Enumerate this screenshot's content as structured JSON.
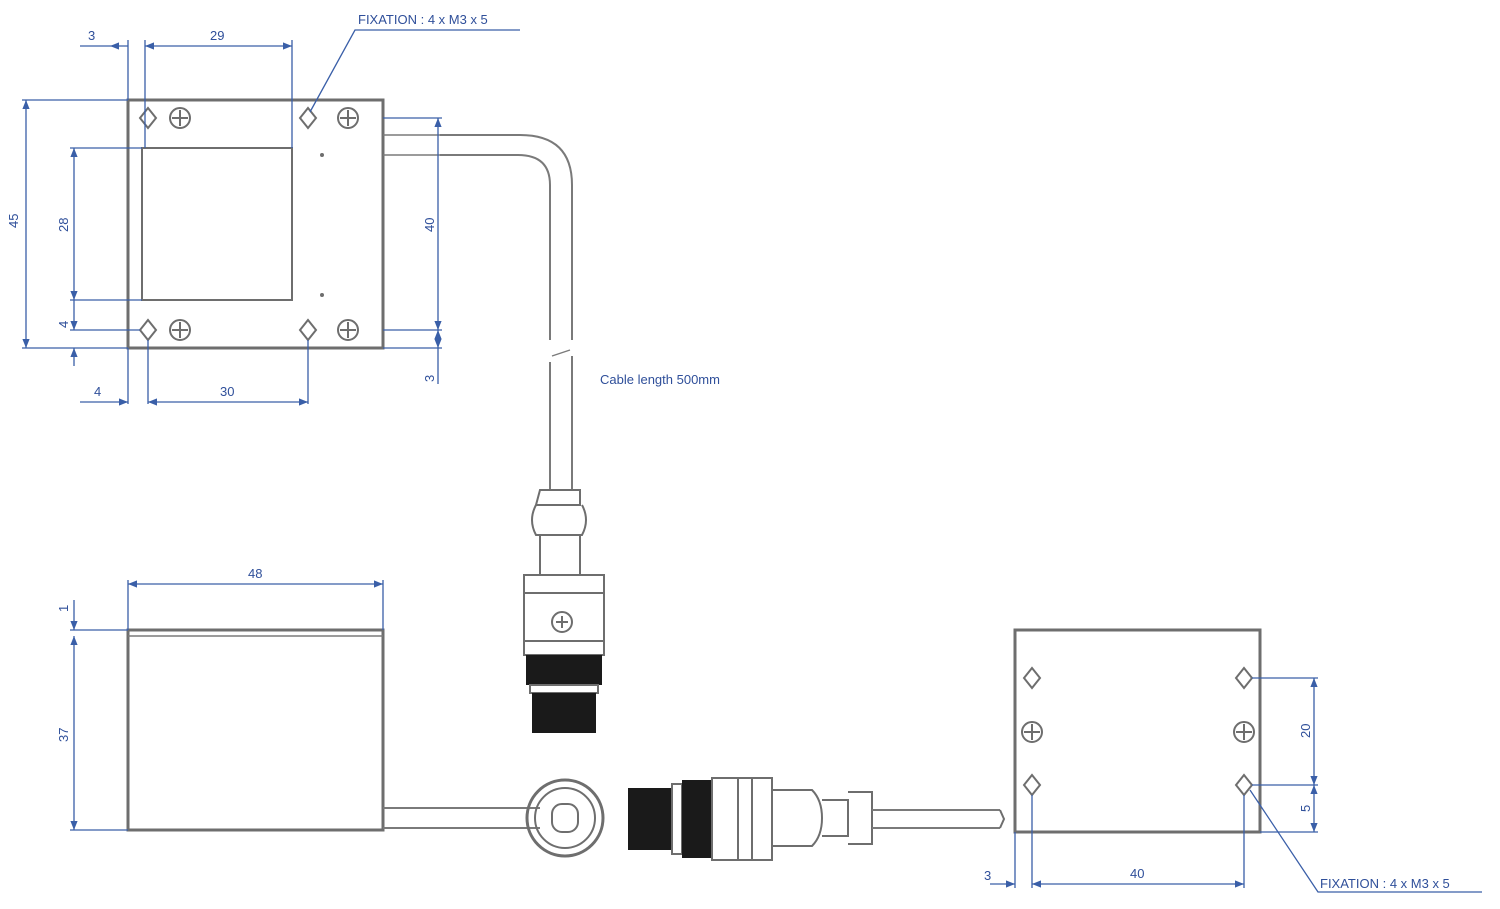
{
  "labels": {
    "fixation_top": "FIXATION : 4 x M3 x 5",
    "fixation_bottom": "FIXATION : 4 x M3 x 5",
    "cable_length": "Cable length 500mm"
  },
  "dims": {
    "top_3": "3",
    "top_29": "29",
    "left_45": "45",
    "left_28": "28",
    "left_4": "4",
    "right_40": "40",
    "right_3": "3",
    "bottom_4": "4",
    "bottom_30": "30",
    "side_48": "48",
    "side_1": "1",
    "side_37": "37",
    "end_20": "20",
    "end_5": "5",
    "end_3": "3",
    "end_40": "40"
  },
  "colors": {
    "outline": "#6e6e6e",
    "dimension": "#3a5fa8",
    "knurl": "#1a1a1a"
  }
}
